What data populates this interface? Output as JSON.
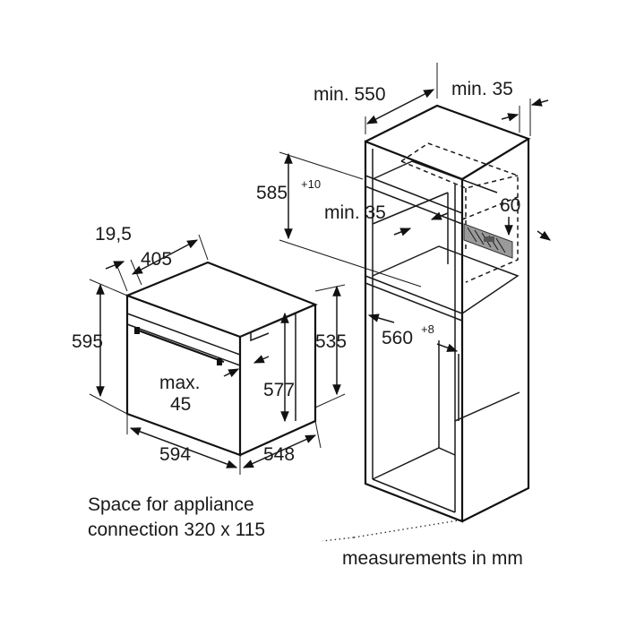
{
  "dimensions": {
    "min_550": "min. 550",
    "min_35_top": "min. 35",
    "d585": "585",
    "d585_tol": "+10",
    "min_35_mid": "min. 35",
    "d60": "60",
    "d560": "560",
    "d560_tol": "+8",
    "d19_5": "19,5",
    "d405": "405",
    "d595": "595",
    "d535": "535",
    "max_line1": "max.",
    "max_line2": "45",
    "d577": "577",
    "d594": "594",
    "d548": "548"
  },
  "captions": {
    "space_line1": "Space for appliance",
    "space_line2": "connection 320 x 115",
    "units": "measurements in mm"
  }
}
